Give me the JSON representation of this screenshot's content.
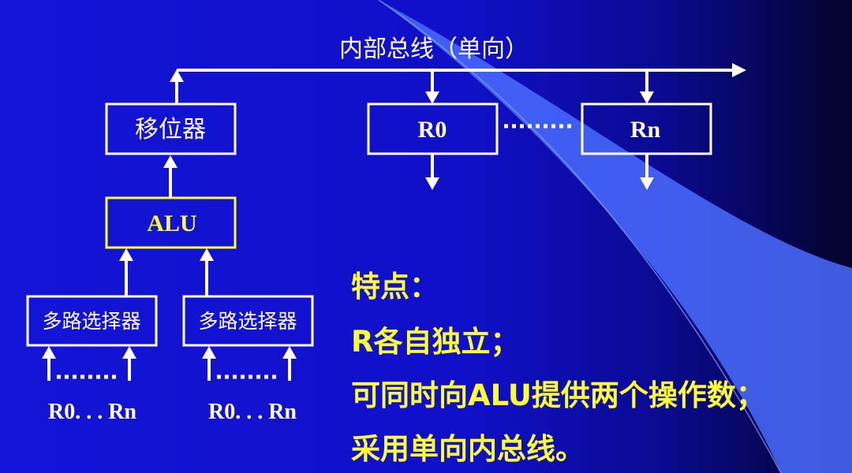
{
  "bus_label": "内部总线（单向）",
  "blocks": {
    "shifter": "移位器",
    "alu": "ALU",
    "mux_left": "多路选择器",
    "mux_right": "多路选择器",
    "reg_first": "R0",
    "reg_last": "Rn"
  },
  "mux_inputs": {
    "left": "R0. . . Rn",
    "right": "R0. . . Rn"
  },
  "features": {
    "heading": "特点：",
    "items": [
      "R各自独立；",
      "可同时向ALU提供两个操作数；",
      "采用单向内总线。"
    ]
  },
  "colors": {
    "background": "#1414d8",
    "foreground": "#ffffff",
    "highlight": "#ffff33",
    "beam": "#4a6cff"
  }
}
